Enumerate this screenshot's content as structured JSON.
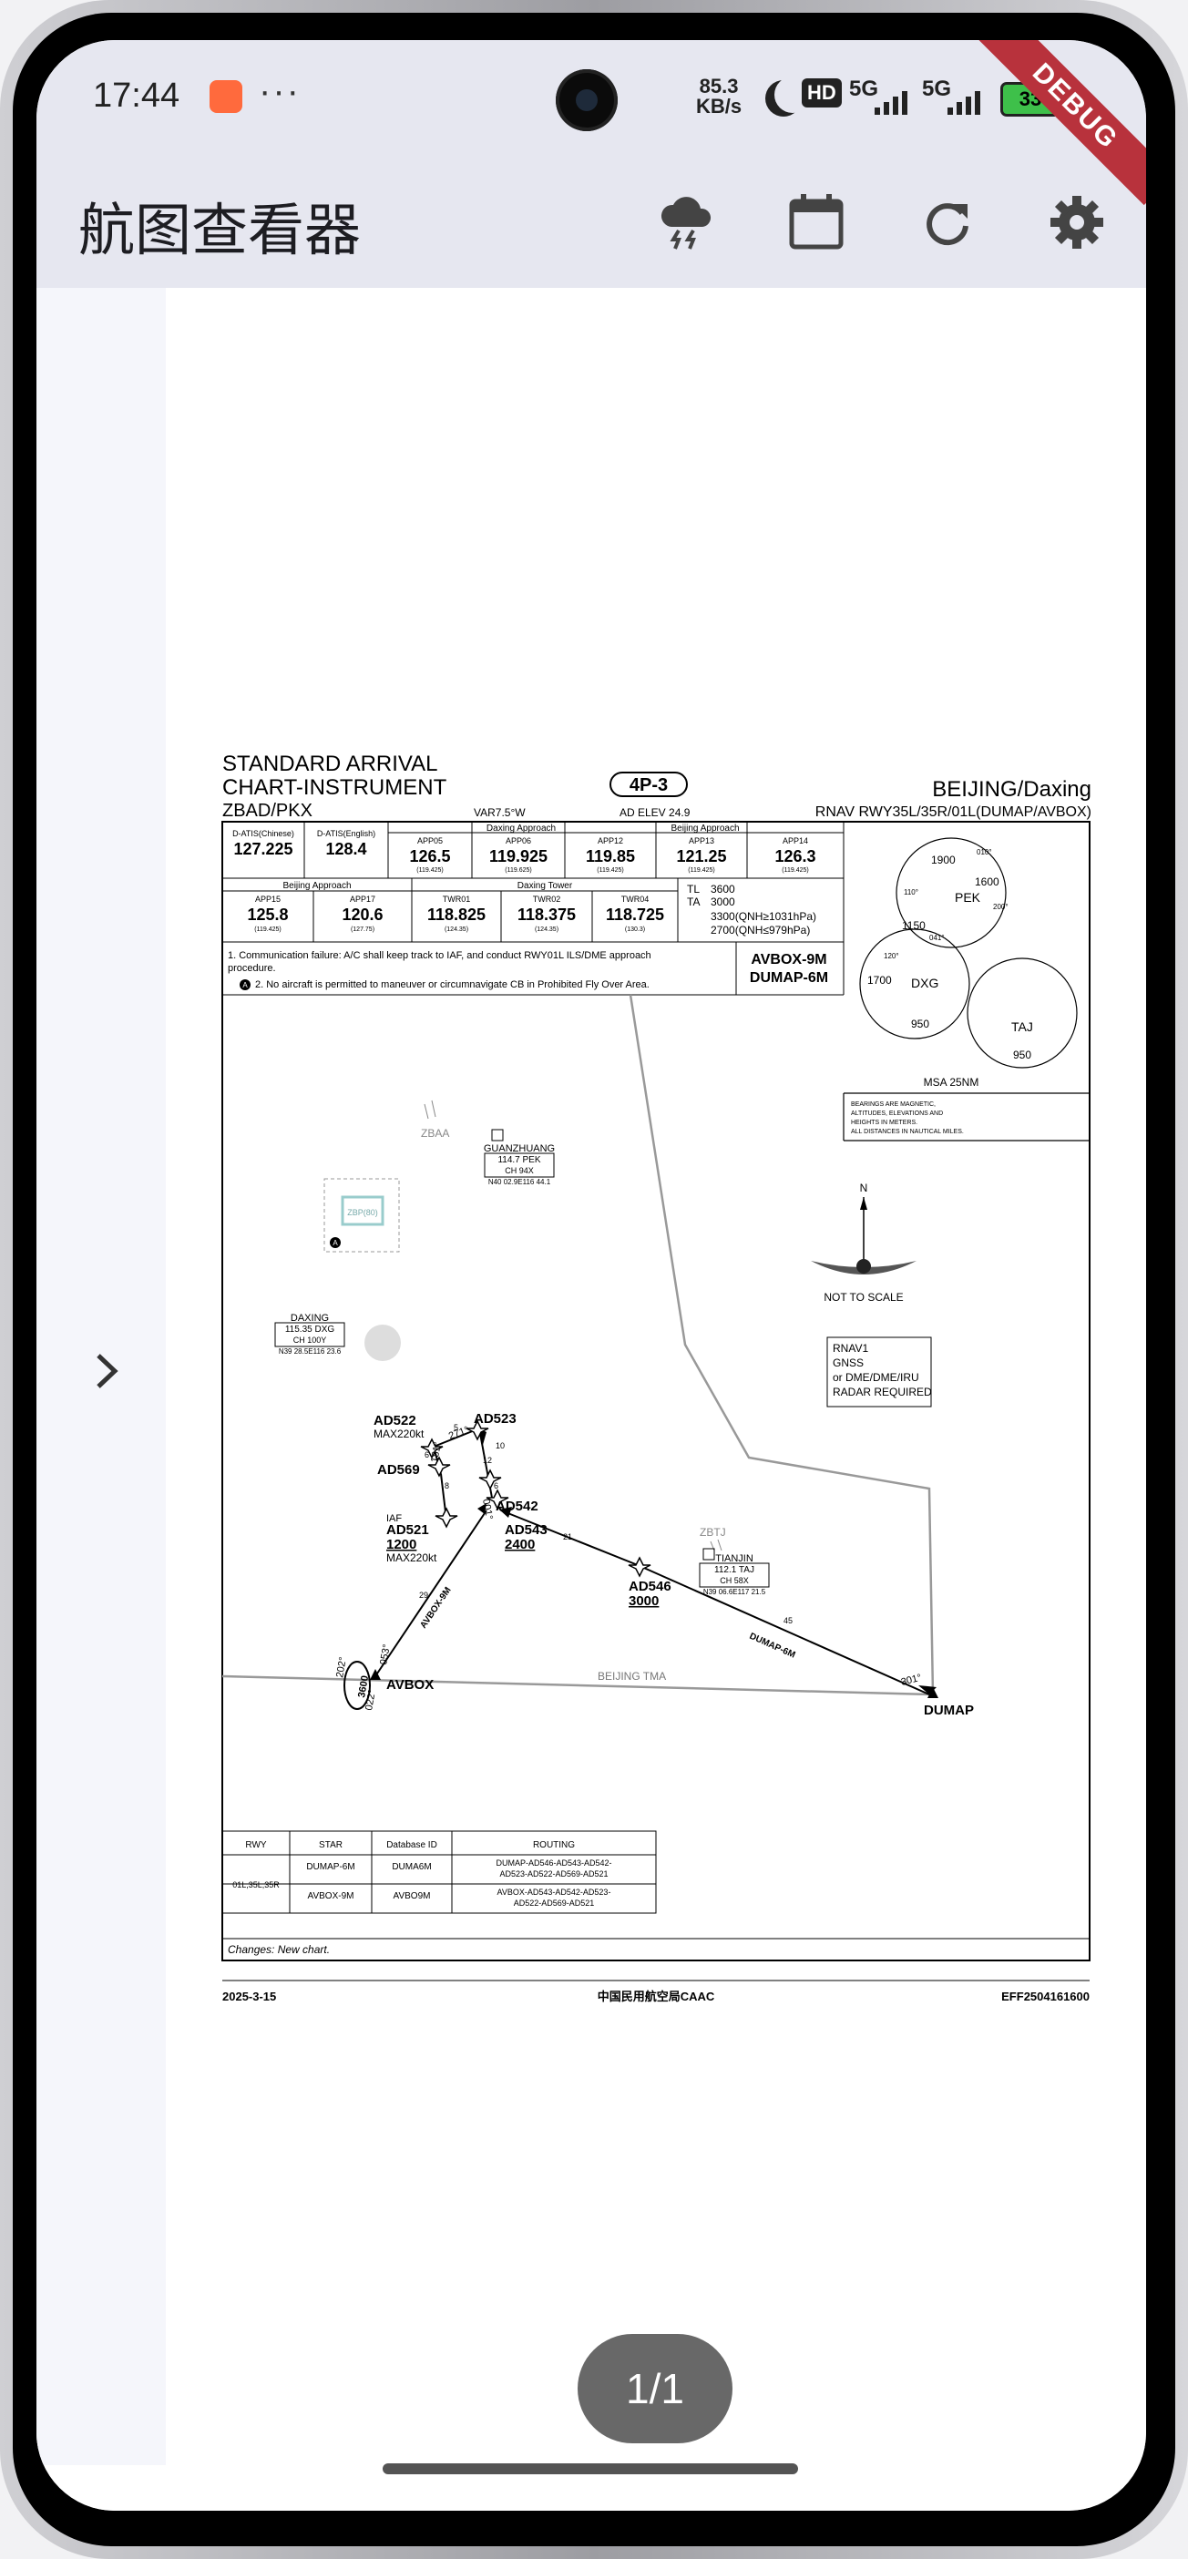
{
  "status_bar": {
    "time": "17:44",
    "dots": "···",
    "net_speed_value": "85.3",
    "net_speed_unit": "KB/s",
    "hd_badge": "HD",
    "signal1_label": "5G",
    "signal2_label": "5G",
    "battery": "33",
    "debug_banner": "DEBUG"
  },
  "app_bar": {
    "title": "航图查看器",
    "actions": [
      "weather-storm-icon",
      "calendar-icon",
      "refresh-icon",
      "settings-icon"
    ]
  },
  "page_indicator": "1/1",
  "chart": {
    "header": {
      "title_line1": "STANDARD ARRIVAL",
      "title_line2": "CHART-INSTRUMENT",
      "airport_code": "ZBAD/PKX",
      "var": "VAR7.5°W",
      "ad_elev": "AD ELEV 24.9",
      "chart_id": "4P-3",
      "airport_name": "BEIJING/Daxing",
      "procedure": "RNAV RWY35L/35R/01L(DUMAP/AVBOX)"
    },
    "freq_row1": [
      {
        "label": "D-ATIS(Chinese)",
        "value": "127.225",
        "sub": ""
      },
      {
        "label": "D-ATIS(English)",
        "value": "128.4",
        "sub": ""
      },
      {
        "label": "APP05",
        "value": "126.5",
        "sub": "(119.425)"
      },
      {
        "label": "APP06",
        "value": "119.925",
        "sub": "(119.625)"
      },
      {
        "label": "APP12",
        "value": "119.85",
        "sub": "(119.425)"
      },
      {
        "label": "APP13",
        "value": "121.25",
        "sub": "(119.425)"
      },
      {
        "label": "APP14",
        "value": "126.3",
        "sub": "(119.425)"
      }
    ],
    "freq_group1a": "Daxing Approach",
    "freq_group1b": "Beijing Approach",
    "freq_group2a": "Beijing Approach",
    "freq_group2b": "Daxing Tower",
    "freq_row2": [
      {
        "label": "APP15",
        "value": "125.8",
        "sub": "(119.425)"
      },
      {
        "label": "APP17",
        "value": "120.6",
        "sub": "(127.75)"
      },
      {
        "label": "TWR01",
        "value": "118.825",
        "sub": "(124.35)"
      },
      {
        "label": "TWR02",
        "value": "118.375",
        "sub": "(124.35)"
      },
      {
        "label": "TWR04",
        "value": "118.725",
        "sub": "(130.3)"
      }
    ],
    "transition": {
      "tl_label": "TL",
      "tl_value": "3600",
      "ta_label": "TA",
      "ta_value": "3000",
      "note1": "3300(QNH≥1031hPa)",
      "note2": "2700(QNH≤979hPa)"
    },
    "notes": [
      "1. Communication failure: A/C shall keep track to IAF, and conduct RWY01L ILS/DME approach",
      "procedure.",
      "2. No aircraft is permitted to maneuver or circumnavigate CB in Prohibited Fly Over Area."
    ],
    "note_marker": "A",
    "star_names": [
      "AVBOX-9M",
      "DUMAP-6M"
    ],
    "msa": {
      "label": "MSA 25NM",
      "values": [
        "1900",
        "1600",
        "1150",
        "1700",
        "950",
        "950"
      ],
      "fixes": [
        "PEK",
        "DXG",
        "TAJ"
      ],
      "bearings": [
        "110°",
        "010°",
        "200°",
        "041°",
        "120°"
      ]
    },
    "legend_text": [
      "BEARINGS ARE MAGNETIC,",
      "ALTITUDES, ELEVATIONS AND",
      "HEIGHTS IN METERS.",
      "ALL DISTANCES IN NAUTICAL MILES."
    ],
    "north_label": "N",
    "not_to_scale": "NOT TO SCALE",
    "rnav_box": [
      "RNAV1",
      "GNSS",
      "or DME/DME/IRU",
      "RADAR REQUIRED"
    ],
    "navaids": [
      {
        "name": "GUANZHUANG",
        "freq": "114.7 PEK",
        "ch": "CH 94X",
        "coord": "N40 02.9E116 44.1"
      },
      {
        "name": "DAXING",
        "freq": "115.35 DXG",
        "ch": "CH 100Y",
        "coord": "N39 28.5E116 23.6"
      },
      {
        "name": "TIANJIN",
        "freq": "112.1 TAJ",
        "ch": "CH 58X",
        "coord": "N39 06.6E117 21.5"
      }
    ],
    "airports": [
      "ZBAA",
      "ZBTJ"
    ],
    "prohibited_area": "ZBP(80)",
    "prohibited_marker": "A",
    "fixes": {
      "ad522": "AD522",
      "ad522_sub": "MAX220kt",
      "ad523": "AD523",
      "ad569": "AD569",
      "iaf": "IAF",
      "ad521": "AD521",
      "ad521_alt": "1200",
      "ad521_sub": "MAX220kt",
      "ad542": "AD542",
      "ad543": "AD543",
      "ad543_alt": "2400",
      "ad546": "AD546",
      "ad546_alt": "3000",
      "avbox": "AVBOX",
      "dumap": "DUMAP"
    },
    "route_labels": {
      "avbox_route": "AVBOX-9M",
      "dumap_route": "DUMAP-6M",
      "dist_29": "29",
      "dist_21": "21",
      "dist_45": "45",
      "dist_12": "12",
      "dist_5": "5",
      "dist_8": "8",
      "dist_6": "6",
      "dist_6b": "6",
      "dist_10": "10"
    },
    "bearing_labels": {
      "b301": "301°",
      "b181": "181°",
      "b271": "271°",
      "b001": "001°",
      "b202": "202°",
      "b022": "022°",
      "b053": "053°",
      "hold_alt": "3600"
    },
    "tma_label": "BEIJING TMA",
    "table": {
      "headers": [
        "RWY",
        "STAR",
        "Database ID",
        "ROUTING"
      ],
      "rwy": "01L,35L,35R",
      "rows": [
        {
          "star": "DUMAP-6M",
          "db": "DUMA6M",
          "routing1": "DUMAP-AD546-AD543-AD542-",
          "routing2": "AD523-AD522-AD569-AD521"
        },
        {
          "star": "AVBOX-9M",
          "db": "AVBO9M",
          "routing1": "AVBOX-AD543-AD542-AD523-",
          "routing2": "AD522-AD569-AD521"
        }
      ]
    },
    "changes": "Changes:  New chart.",
    "footer": {
      "date": "2025-3-15",
      "authority": "中国民用航空局CAAC",
      "eff": "EFF2504161600"
    }
  }
}
